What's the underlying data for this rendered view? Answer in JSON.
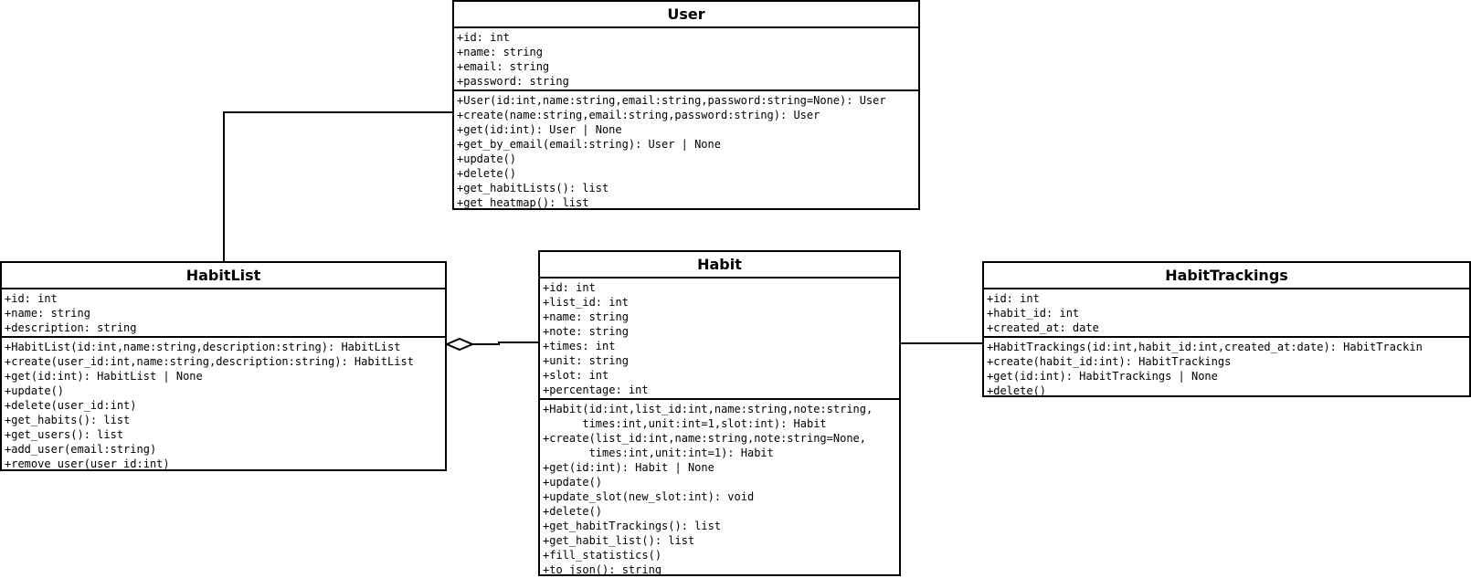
{
  "classes": {
    "user": {
      "name": "User",
      "attributes": [
        "+id: int",
        "+name: string",
        "+email: string",
        "+password: string"
      ],
      "methods": [
        "+User(id:int,name:string,email:string,password:string=None): User",
        "+create(name:string,email:string,password:string): User",
        "+get(id:int): User | None",
        "+get_by_email(email:string): User | None",
        "+update()",
        "+delete()",
        "+get_habitLists(): list",
        "+get_heatmap(): list"
      ]
    },
    "habitlist": {
      "name": "HabitList",
      "attributes": [
        "+id: int",
        "+name: string",
        "+description: string"
      ],
      "methods": [
        "+HabitList(id:int,name:string,description:string): HabitList",
        "+create(user_id:int,name:string,description:string): HabitList",
        "+get(id:int): HabitList | None",
        "+update()",
        "+delete(user_id:int)",
        "+get_habits(): list",
        "+get_users(): list",
        "+add_user(email:string)",
        "+remove_user(user_id:int)"
      ]
    },
    "habit": {
      "name": "Habit",
      "attributes": [
        "+id: int",
        "+list_id: int",
        "+name: string",
        "+note: string",
        "+times: int",
        "+unit: string",
        "+slot: int",
        "+percentage: int"
      ],
      "methods": [
        "+Habit(id:int,list_id:int,name:string,note:string,",
        "      times:int,unit:int=1,slot:int): Habit",
        "+create(list_id:int,name:string,note:string=None,",
        "       times:int,unit:int=1): Habit",
        "+get(id:int): Habit | None",
        "+update()",
        "+update_slot(new_slot:int): void",
        "+delete()",
        "+get_habitTrackings(): list",
        "+get_habit_list(): list",
        "+fill_statistics()",
        "+to_json(): string"
      ]
    },
    "habittrackings": {
      "name": "HabitTrackings",
      "attributes": [
        "+id: int",
        "+habit_id: int",
        "+created_at: date"
      ],
      "methods": [
        "+HabitTrackings(id:int,habit_id:int,created_at:date): HabitTrackin",
        "+create(habit_id:int): HabitTrackings",
        "+get(id:int): HabitTrackings | None",
        "+delete()"
      ]
    }
  },
  "relations": [
    {
      "from": "User",
      "to": "HabitList",
      "kind": "association"
    },
    {
      "from": "Habit",
      "to": "HabitList",
      "kind": "aggregation"
    },
    {
      "from": "Habit",
      "to": "HabitTrackings",
      "kind": "association"
    }
  ]
}
